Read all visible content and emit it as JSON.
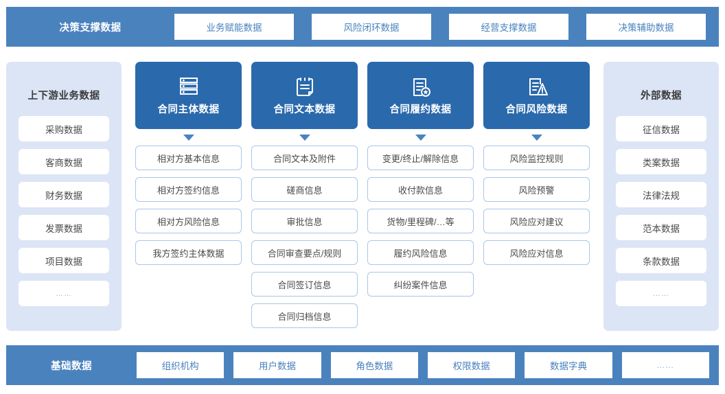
{
  "top_band": {
    "title": "决策支撑数据",
    "items": [
      {
        "label": "业务赋能数据"
      },
      {
        "label": "风险闭环数据"
      },
      {
        "label": "经营支撑数据"
      },
      {
        "label": "决策辅助数据"
      }
    ]
  },
  "bottom_band": {
    "title": "基础数据",
    "items": [
      {
        "label": "组织机构"
      },
      {
        "label": "用户数据"
      },
      {
        "label": "角色数据"
      },
      {
        "label": "权限数据"
      },
      {
        "label": "数据字典"
      },
      {
        "label": "……"
      }
    ]
  },
  "left_panel": {
    "title": "上下游业务数据",
    "items": [
      {
        "label": "采购数据"
      },
      {
        "label": "客商数据"
      },
      {
        "label": "财务数据"
      },
      {
        "label": "发票数据"
      },
      {
        "label": "项目数据"
      },
      {
        "label": "……"
      }
    ]
  },
  "right_panel": {
    "title": "外部数据",
    "items": [
      {
        "label": "征信数据"
      },
      {
        "label": "类案数据"
      },
      {
        "label": "法律法规"
      },
      {
        "label": "范本数据"
      },
      {
        "label": "条款数据"
      },
      {
        "label": "……"
      }
    ]
  },
  "columns": [
    {
      "title": "合同主体数据",
      "icon": "server-rack-icon",
      "items": [
        {
          "label": "相对方基本信息"
        },
        {
          "label": "相对方签约信息"
        },
        {
          "label": "相对方风险信息"
        },
        {
          "label": "我方签约主体数据"
        }
      ]
    },
    {
      "title": "合同文本数据",
      "icon": "clipboard-document-icon",
      "items": [
        {
          "label": "合同文本及附件"
        },
        {
          "label": "磋商信息"
        },
        {
          "label": "审批信息"
        },
        {
          "label": "合同审查要点/规则"
        },
        {
          "label": "合同签订信息"
        },
        {
          "label": "合同归档信息"
        }
      ]
    },
    {
      "title": "合同履约数据",
      "icon": "document-seal-icon",
      "items": [
        {
          "label": "变更/终止/解除信息"
        },
        {
          "label": "收付款信息"
        },
        {
          "label": "货物/里程碑/…等"
        },
        {
          "label": "履约风险信息"
        },
        {
          "label": "纠纷案件信息"
        }
      ]
    },
    {
      "title": "合同风险数据",
      "icon": "document-warning-icon",
      "items": [
        {
          "label": "风险监控规则"
        },
        {
          "label": "风险预警"
        },
        {
          "label": "风险应对建议"
        },
        {
          "label": "风险应对信息"
        }
      ]
    }
  ],
  "colors": {
    "band_blue": "#4A82BE",
    "card_blue": "#2A69AC",
    "panel_blue": "#DCE5F5",
    "item_border": "#A9C6E8",
    "chip_text_blue": "#4A82BE"
  }
}
